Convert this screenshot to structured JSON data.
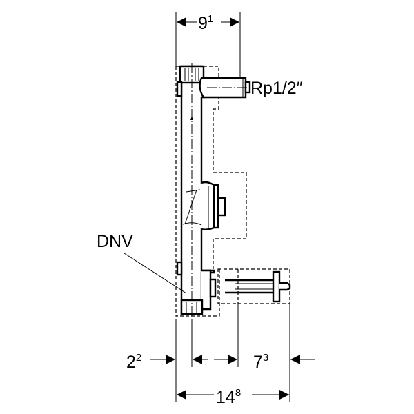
{
  "labels": {
    "connection": "Rp1/2″",
    "valve": "DNV"
  },
  "dimensions": {
    "top_width": {
      "main": "9",
      "sup": "1"
    },
    "left_offset": {
      "main": "2",
      "sup": "2"
    },
    "right_offset": {
      "main": "7",
      "sup": "3"
    },
    "total_width": {
      "main": "14",
      "sup": "8"
    }
  },
  "colors": {
    "line": "#000000",
    "background": "#ffffff"
  }
}
